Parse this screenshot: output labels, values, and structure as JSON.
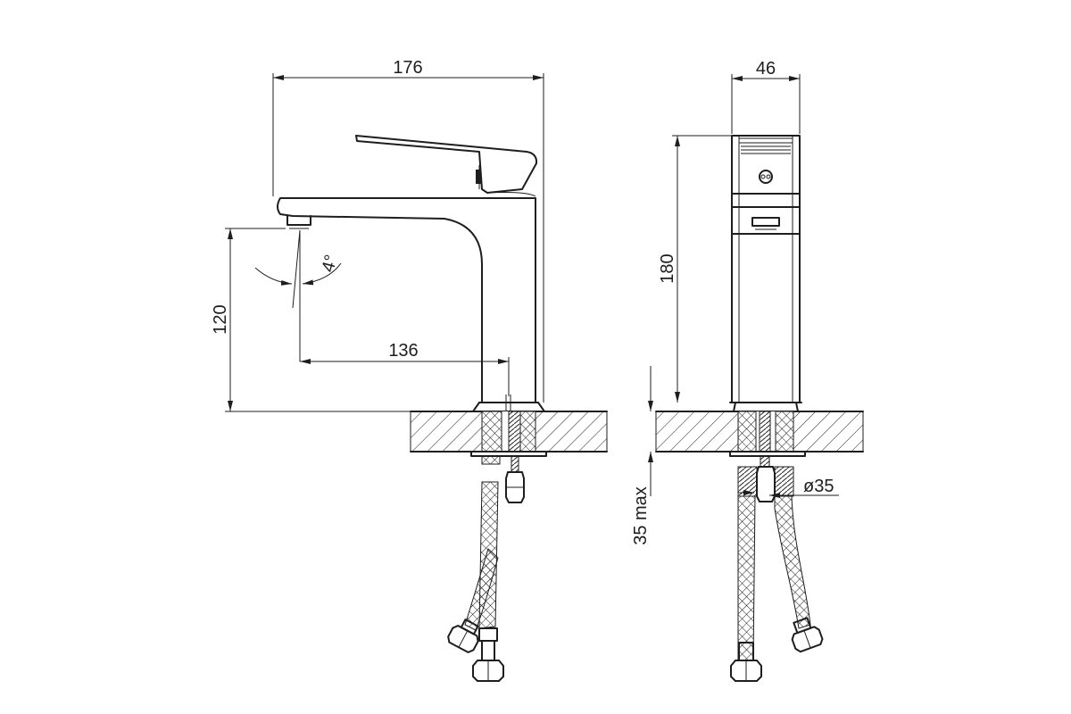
{
  "drawing": {
    "front_view": {
      "overall_width": "176",
      "spout_height": "120",
      "spout_reach": "136",
      "spout_angle": "4°"
    },
    "side_view": {
      "body_width": "46",
      "overall_height": "180",
      "deck_thickness": "35 max",
      "hole_diameter": "ø35"
    }
  }
}
